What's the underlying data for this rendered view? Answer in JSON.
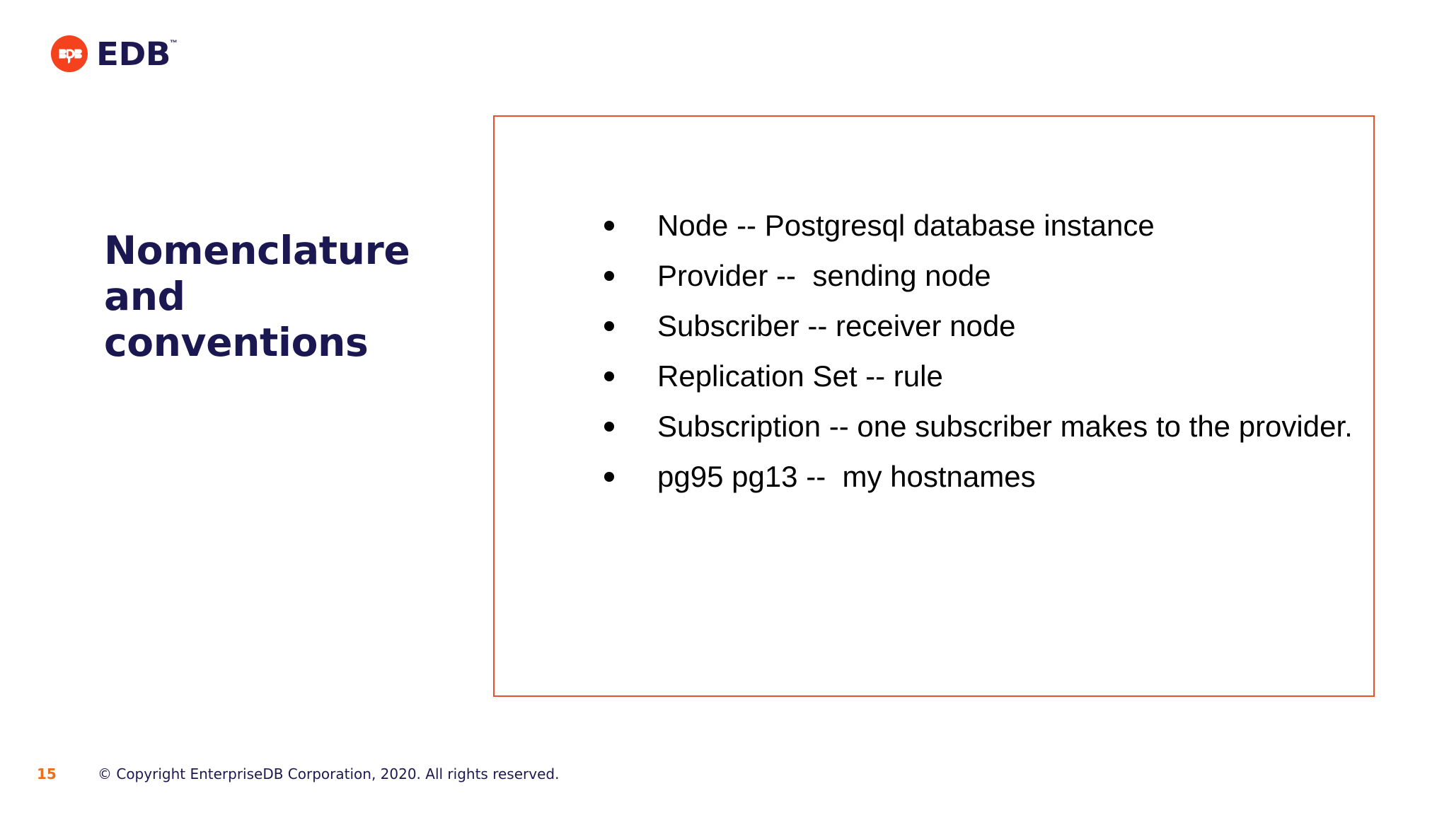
{
  "brand": {
    "mark_icon": "edb-circle-logo-icon",
    "wordmark": "EDB",
    "trademark": "™",
    "mark_color": "#F4411E",
    "word_color": "#1D1950"
  },
  "title": {
    "lines": [
      "Nomenclature",
      "and",
      "conventions"
    ],
    "color": "#1B1750"
  },
  "card": {
    "border_color": "#E8512A",
    "bullets": [
      {
        "bullet_icon": "bullet-dot-icon",
        "text": "Node -- Postgresql database instance"
      },
      {
        "bullet_icon": "bullet-dot-icon",
        "text": "Provider --  sending node"
      },
      {
        "bullet_icon": "bullet-dot-icon",
        "text": "Subscriber -- receiver node"
      },
      {
        "bullet_icon": "bullet-dot-icon",
        "text": "Replication Set -- rule"
      },
      {
        "bullet_icon": "bullet-dot-icon",
        "text": "Subscription -- one subscriber makes to the provider."
      },
      {
        "bullet_icon": "bullet-dot-icon",
        "text": "pg95 pg13 --  my hostnames"
      }
    ]
  },
  "footer": {
    "page_number": "15",
    "copyright": "© Copyright EnterpriseDB Corporation, 2020. All rights reserved.",
    "page_number_color": "#E8701F",
    "copyright_color": "#1D1950"
  }
}
